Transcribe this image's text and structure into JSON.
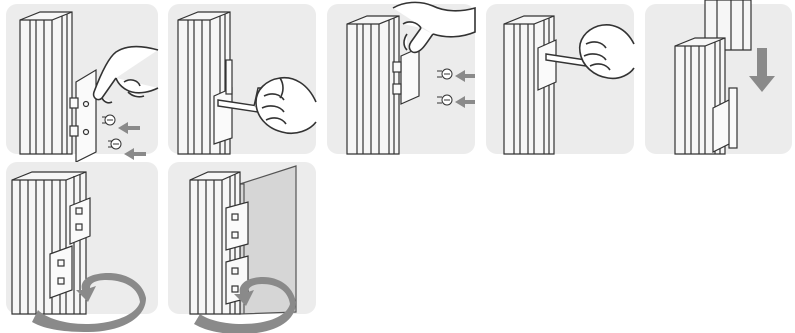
{
  "diagram": {
    "kind": "hinge-installation-steps",
    "step_count": 7,
    "colors": {
      "panel_background": "#ececec",
      "line": "#333333",
      "arrow": "#8a8a8a",
      "profile_fill": "#f6f6f6"
    },
    "steps": [
      {
        "icons": [
          "aluminum-profile",
          "hinge-plate",
          "hand",
          "screw",
          "insert-arrow"
        ]
      },
      {
        "icons": [
          "aluminum-profile",
          "hinge-plate",
          "hand",
          "hex-key"
        ]
      },
      {
        "icons": [
          "aluminum-profile",
          "hinge-plate",
          "hand",
          "screw",
          "insert-arrow"
        ]
      },
      {
        "icons": [
          "aluminum-profile",
          "hinge-plate",
          "hand",
          "hex-key"
        ]
      },
      {
        "icons": [
          "aluminum-profile",
          "hinge-plate",
          "down-arrow"
        ]
      },
      {
        "icons": [
          "aluminum-profile",
          "hinge-assembly",
          "rotate-arrow"
        ]
      },
      {
        "icons": [
          "aluminum-profile",
          "hinge-assembly",
          "door-panel",
          "rotate-arrow"
        ]
      }
    ]
  }
}
